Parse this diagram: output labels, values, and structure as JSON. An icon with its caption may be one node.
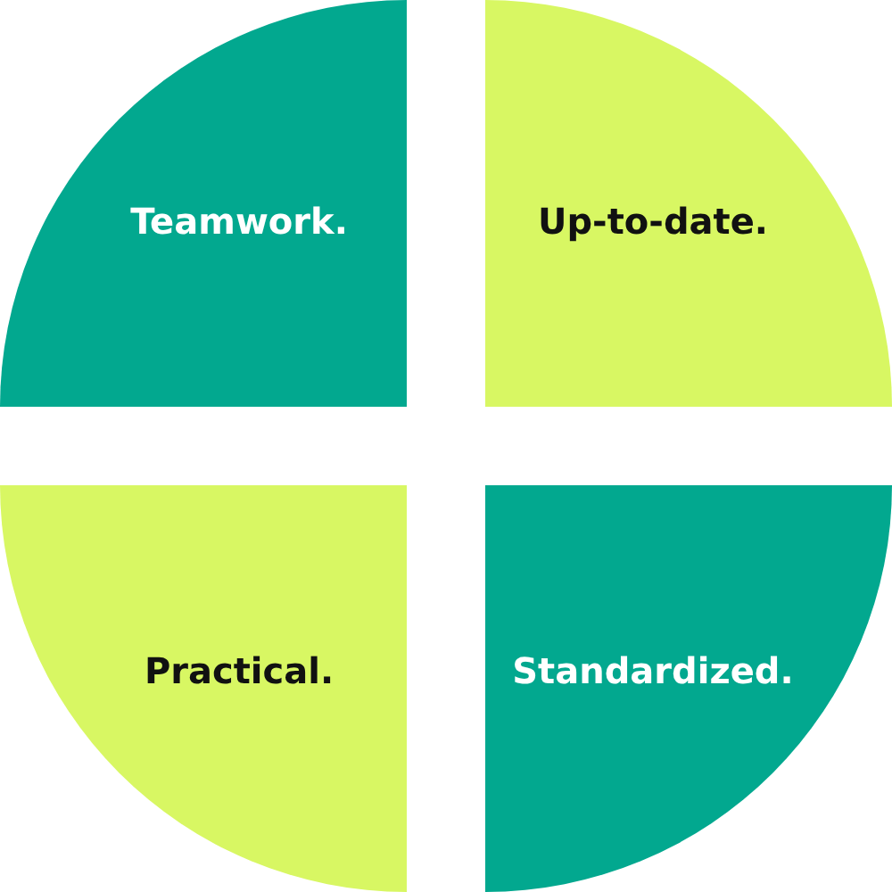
{
  "diagram": {
    "nodes": [
      {
        "text": [
          "Teamwork."
        ]
      },
      {
        "text": [
          "Up-to-date."
        ]
      },
      {
        "text": [
          "Practical."
        ]
      },
      {
        "text": [
          "Standardized."
        ]
      }
    ]
  }
}
